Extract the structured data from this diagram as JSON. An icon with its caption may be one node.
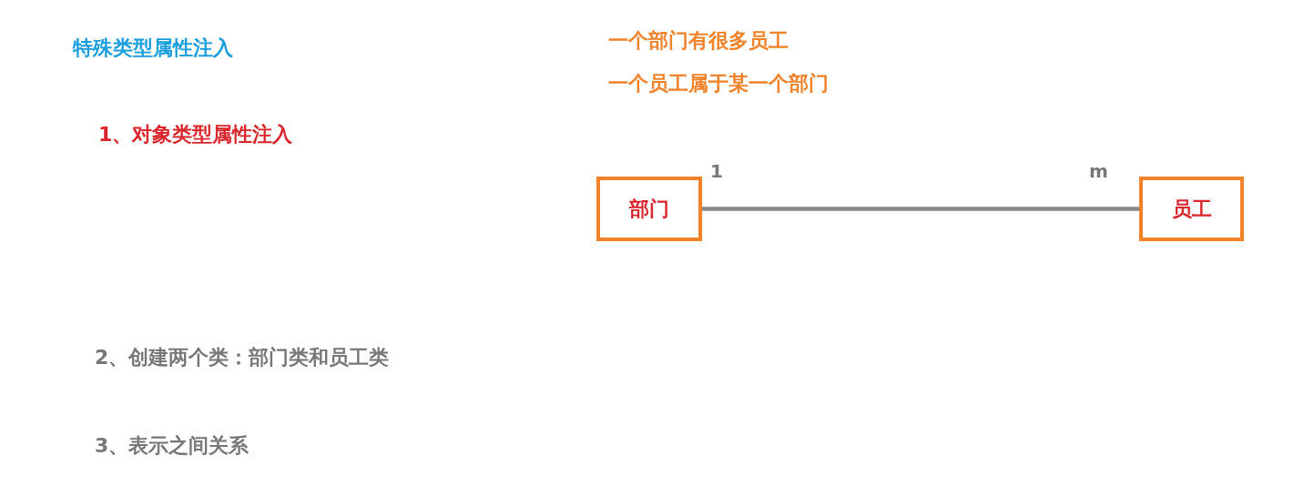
{
  "diagram": {
    "title": "特殊类型属性注入",
    "nodes": [
      {
        "text": [
          "部门"
        ]
      },
      {
        "text": [
          "员工"
        ]
      }
    ],
    "edges": [
      {
        "from": 0,
        "to": 1,
        "arrow": "none"
      }
    ],
    "labels": [
      "一个部门有很多员工",
      "一个员工属于某一个部门",
      "1、对象类型属性注入",
      "1",
      "m",
      "2、创建两个类：部门类和员工类",
      "3、表示之间关系"
    ]
  }
}
